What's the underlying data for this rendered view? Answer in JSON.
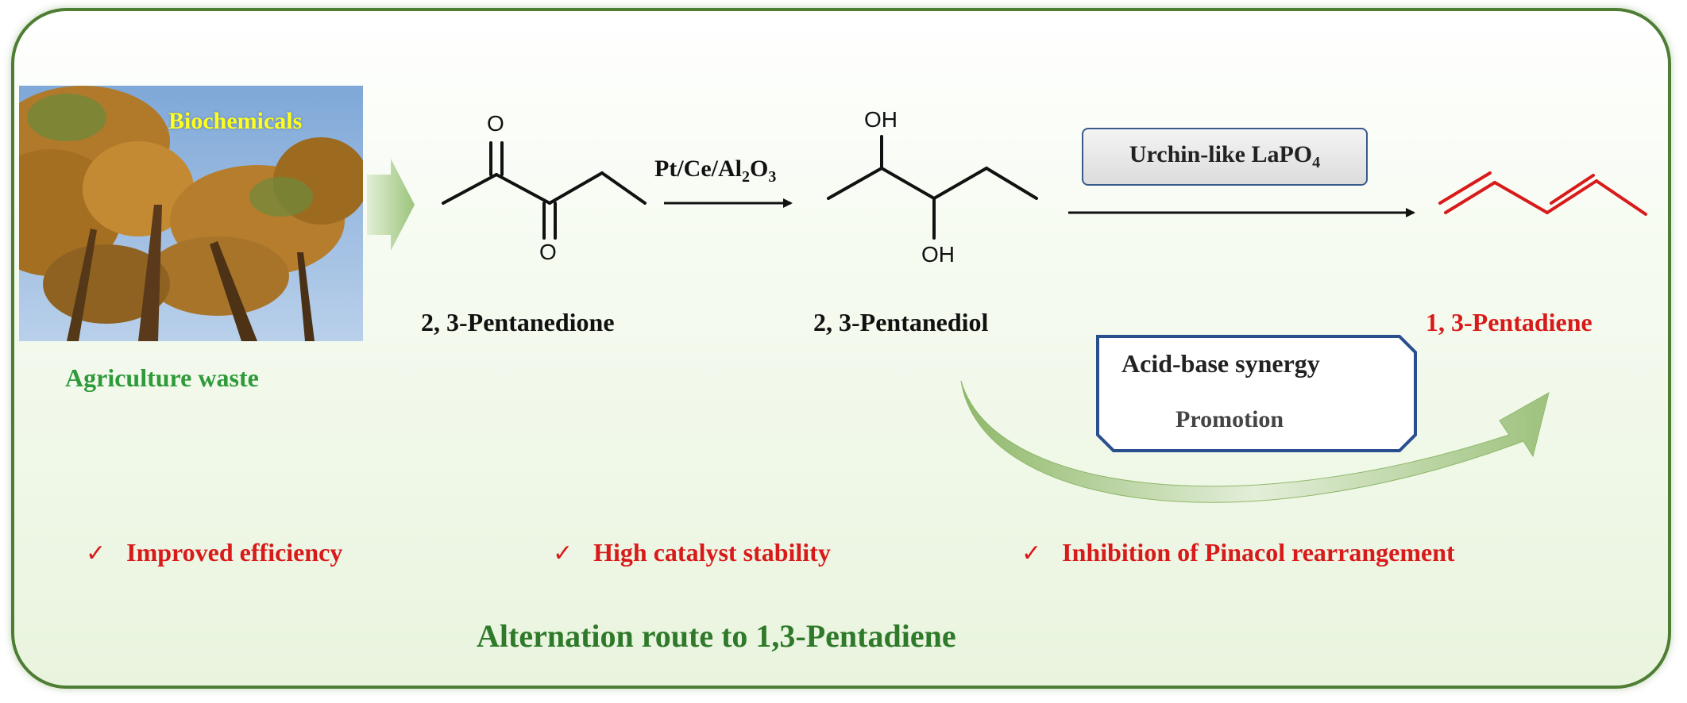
{
  "source": {
    "photo_label": "Biochemicals",
    "caption": "Agriculture waste"
  },
  "reactant": {
    "name": "2, 3-Pentanedione",
    "atom_o": "O"
  },
  "step1": {
    "catalyst_prefix": "Pt/Ce/Al",
    "sub1": "2",
    "catalyst_mid": "O",
    "sub2": "3"
  },
  "intermediate": {
    "name": "2, 3-Pentanediol",
    "atom_oh": "OH"
  },
  "step2": {
    "catalyst_prefix": "Urchin-like LaPO",
    "sub": "4"
  },
  "product": {
    "name": "1, 3-Pentadiene"
  },
  "synergy": {
    "line1": "Acid-base synergy",
    "line2": "Promotion"
  },
  "benefits": [
    {
      "check": "✓",
      "text": "Improved  efficiency"
    },
    {
      "check": "✓",
      "text": "High catalyst stability"
    },
    {
      "check": "✓",
      "text": "Inhibition of Pinacol rearrangement"
    }
  ],
  "footer": {
    "title": "Alternation route to 1,3-Pentadiene"
  },
  "colors": {
    "frame": "#4e7d34",
    "green_text": "#2e9a3a",
    "red_text": "#d81a1a",
    "box_border": "#3a5a8c"
  }
}
